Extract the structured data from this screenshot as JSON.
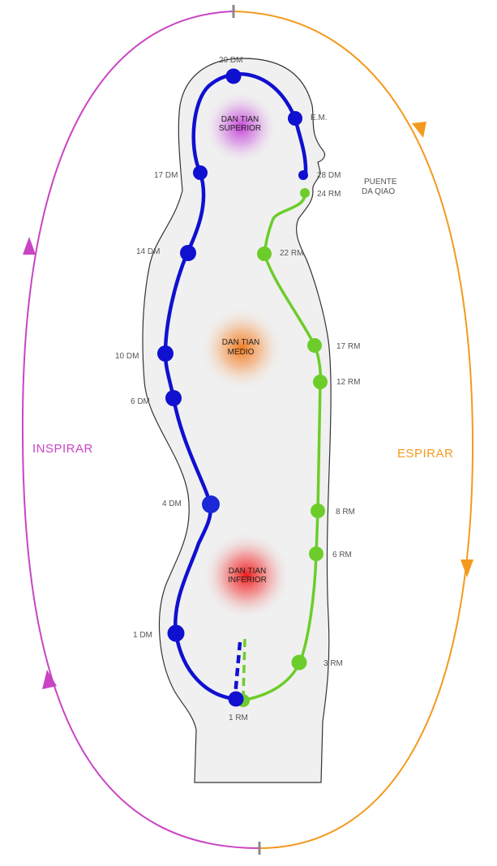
{
  "colors": {
    "inspirar": "#c944c4",
    "espirar": "#f39a1e",
    "du_mai": "#1010d0",
    "ren_mai": "#6ccd2a",
    "body_fill": "#f0f0f0",
    "body_outline": "#333333",
    "superior": "#c43ad6",
    "medio": "#f07a1a",
    "inferior": "#f01818"
  },
  "cycle": {
    "left_label": "INSPIRAR",
    "right_label": "ESPIRAR"
  },
  "dan_tian": {
    "superior": [
      "DAN TIAN",
      "SUPERIOR"
    ],
    "medio": [
      "DAN TIAN",
      "MEDIO"
    ],
    "inferior": [
      "DAN TIAN",
      "INFERIOR"
    ]
  },
  "du_mai_points": [
    "20 DM",
    "E.M.",
    "17 DM",
    "14 DM",
    "10 DM",
    "6 DM",
    "4 DM",
    "1 DM",
    "28 DM"
  ],
  "ren_mai_points": [
    "24 RM",
    "22 RM",
    "17 RM",
    "12 RM",
    "8 RM",
    "6 RM",
    "3 RM",
    "1 RM"
  ],
  "bridge": [
    "PUENTE",
    "DA QIAO"
  ]
}
